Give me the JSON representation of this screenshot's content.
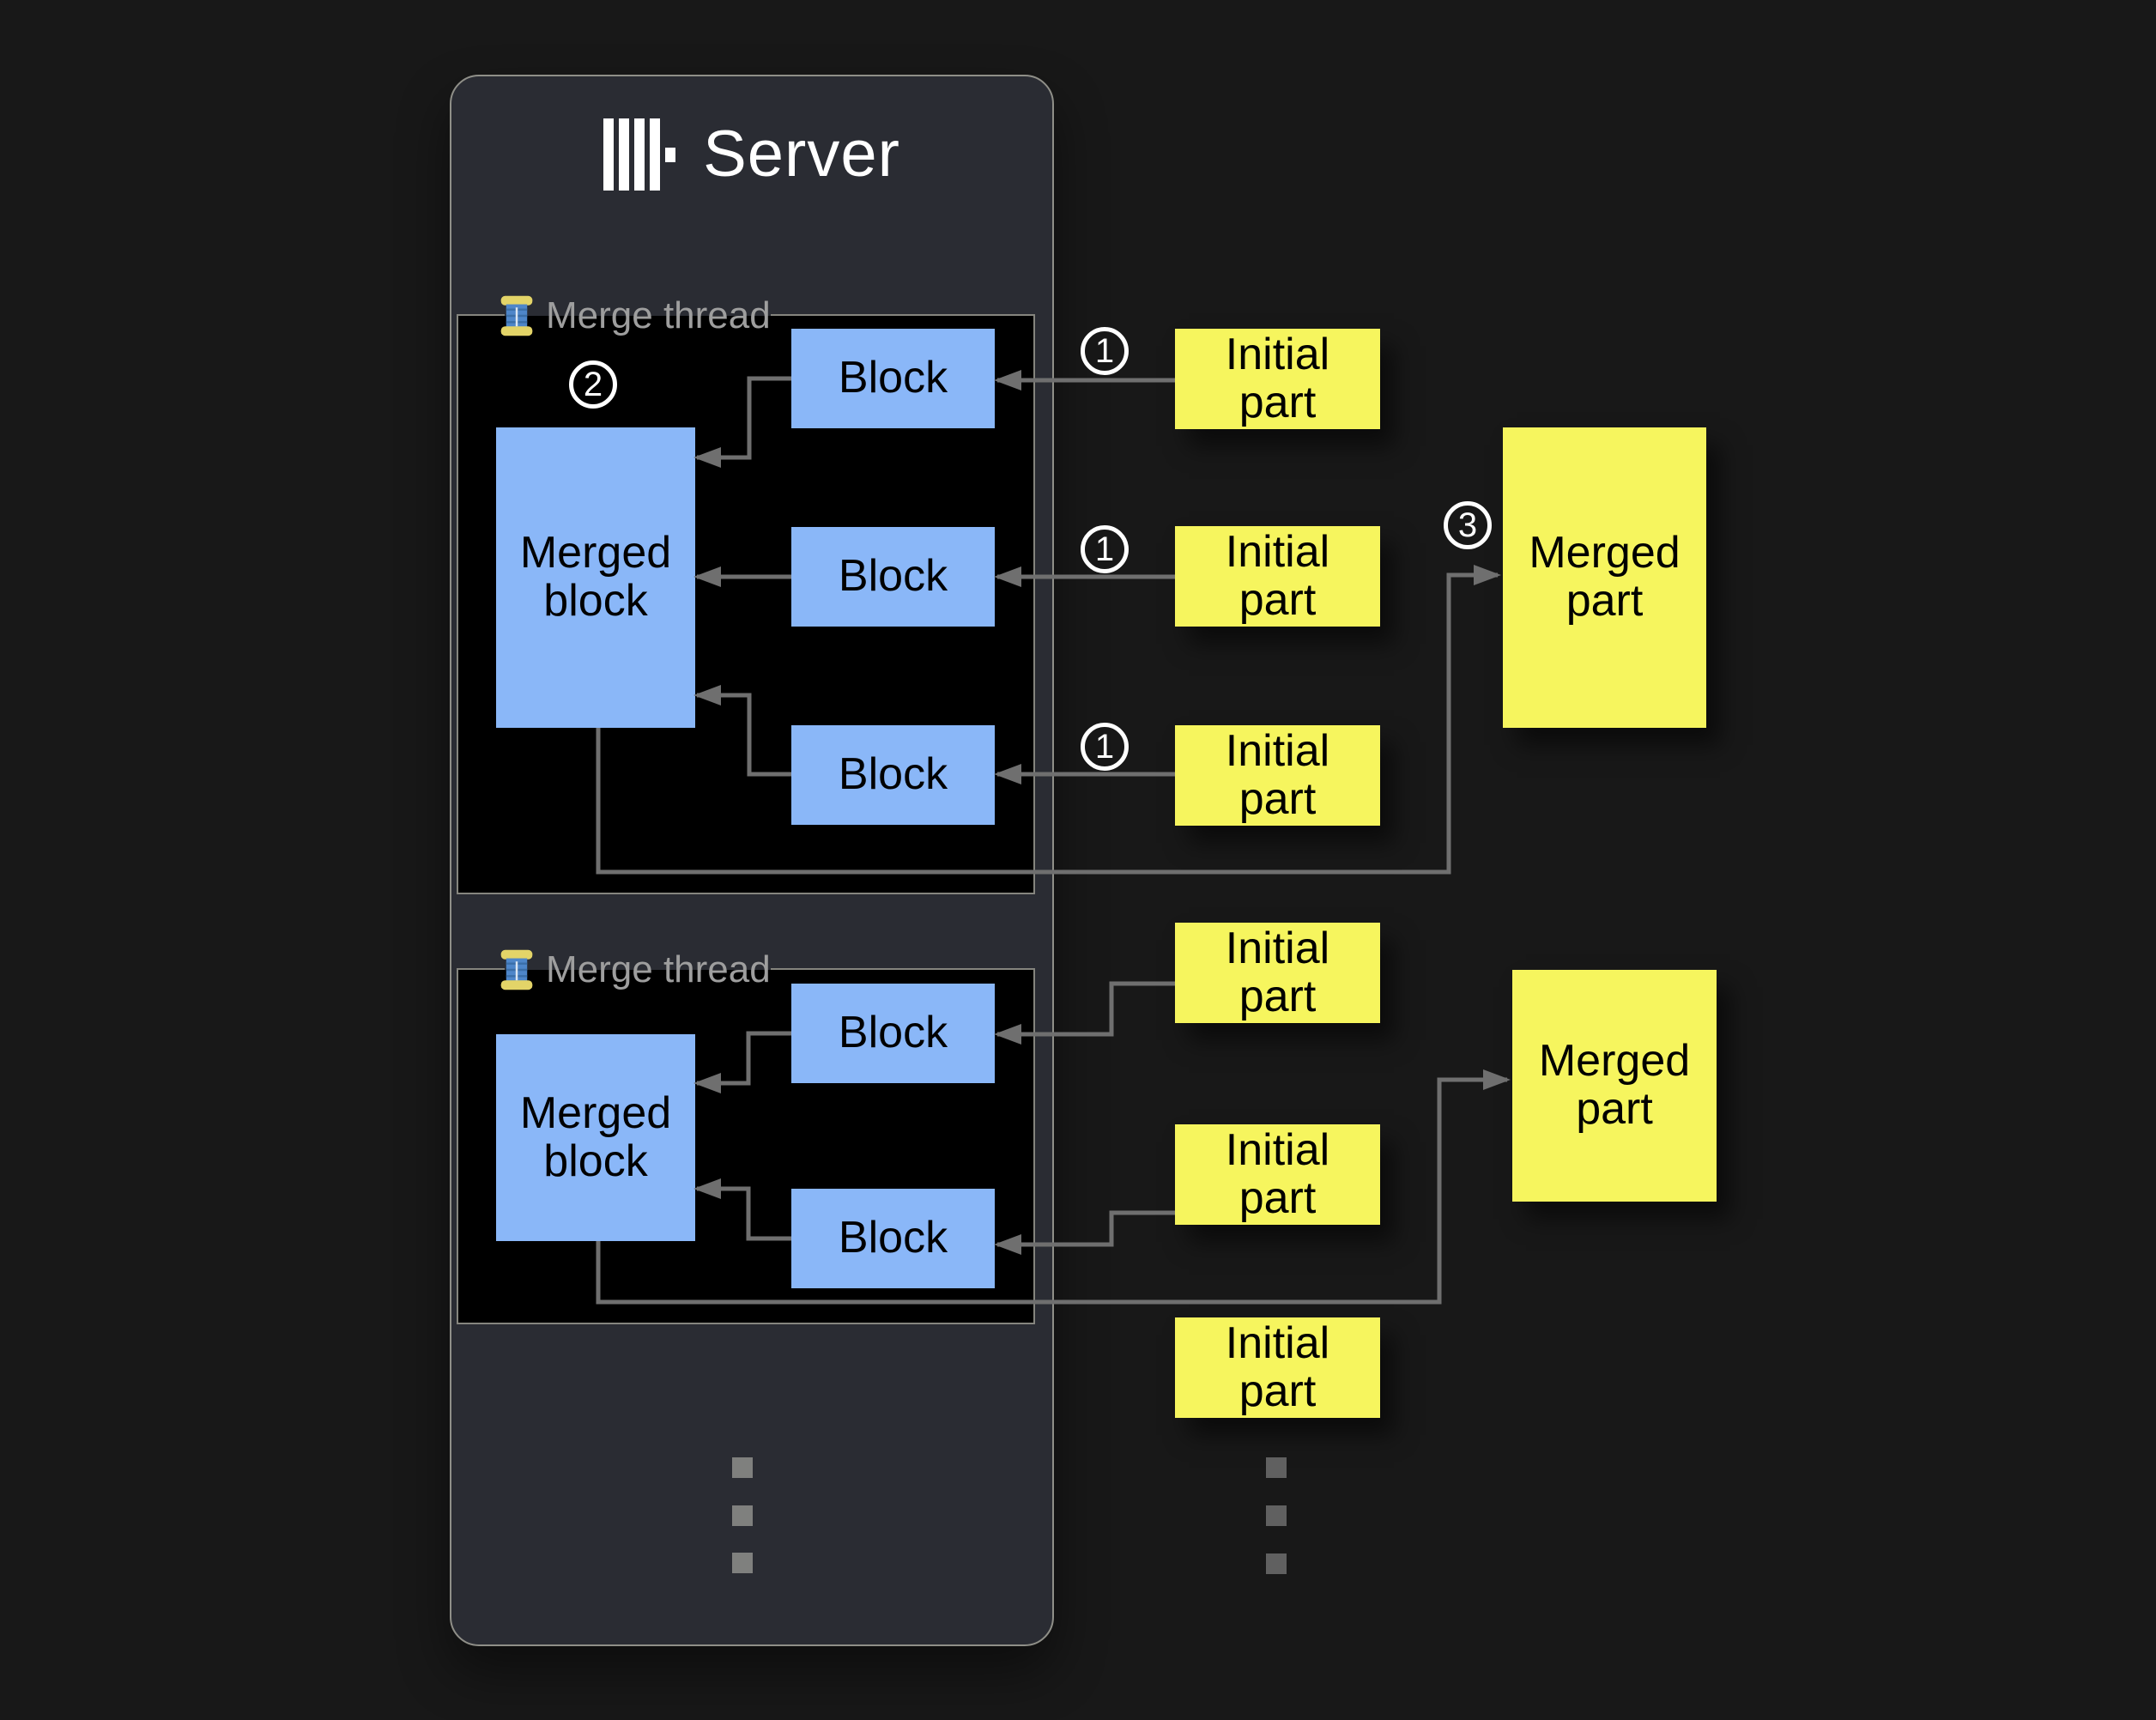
{
  "diagram": {
    "server": {
      "title": "Server",
      "logo": "clickhouse-bars-logo"
    },
    "threads": [
      {
        "label": "Merge thread",
        "merged_block": "Merged block",
        "blocks": [
          "Block",
          "Block",
          "Block"
        ]
      },
      {
        "label": "Merge thread",
        "merged_block": "Merged block",
        "blocks": [
          "Block",
          "Block"
        ]
      }
    ],
    "initial_parts": [
      "Initial part",
      "Initial part",
      "Initial part",
      "Initial part",
      "Initial part",
      "Initial part"
    ],
    "merged_parts": [
      "Merged part",
      "Merged part"
    ],
    "badges": {
      "step1": "1",
      "step2": "2",
      "step3": "3"
    },
    "ellipsis": {
      "server_dots": 3,
      "parts_dots": 3
    },
    "colors": {
      "background": "#181818",
      "panel": "#2a2c33",
      "panel_border": "#8f8f88",
      "thread_box": "#000000",
      "block_blue": "#8ab7f8",
      "part_yellow": "#f6f55e",
      "arrow_gray": "#6f6f6f",
      "label_gray": "#9e9e9e",
      "title_white": "#ffffff"
    }
  }
}
